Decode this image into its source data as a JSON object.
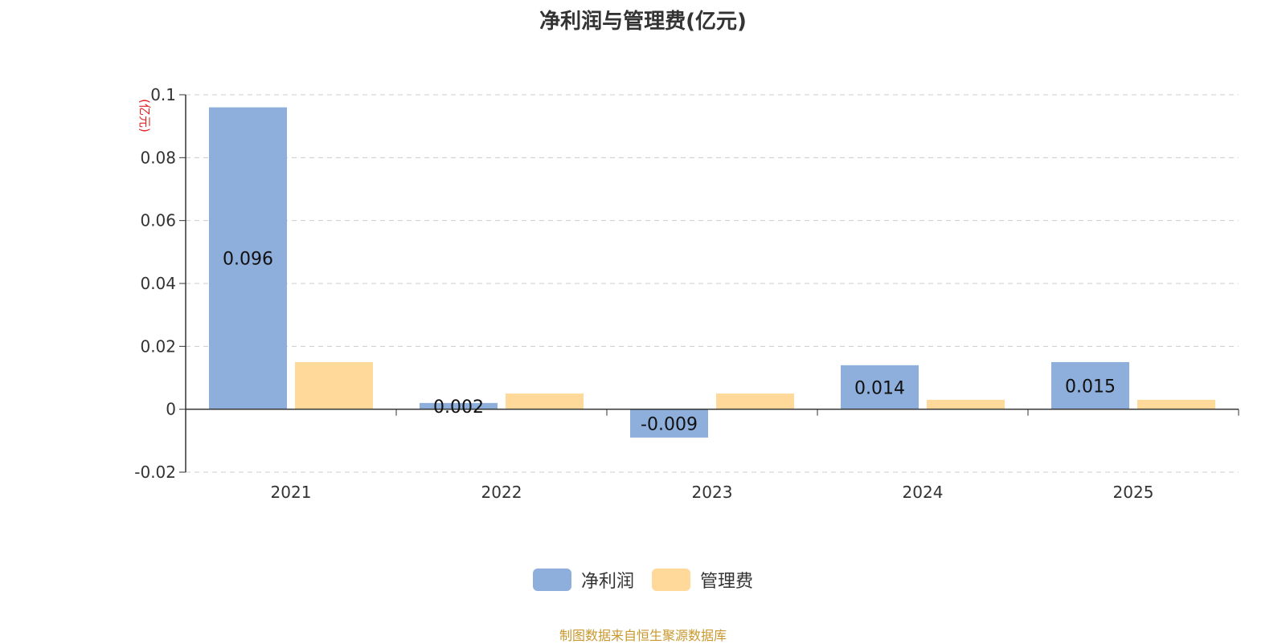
{
  "title": "净利润与管理费(亿元)",
  "source": "制图数据来自恒生聚源数据库",
  "colors": {
    "net_profit": "#8eaedb",
    "admin_fee": "#ffd99a",
    "grid": "#cccccc",
    "axis": "#333333",
    "unit": "#e02020",
    "source": "#c8982e"
  },
  "legend": [
    {
      "name": "净利润",
      "color": "#8eaedb"
    },
    {
      "name": "管理费",
      "color": "#ffd99a"
    }
  ],
  "chart_data": {
    "type": "bar",
    "title": "净利润与管理费(亿元)",
    "ylabel": "(亿元)",
    "xlabel": "",
    "categories": [
      "2021",
      "2022",
      "2023",
      "2024",
      "2025"
    ],
    "series": [
      {
        "name": "净利润",
        "values": [
          0.096,
          0.002,
          -0.009,
          0.014,
          0.015
        ],
        "labels": [
          "0.096",
          "0.002",
          "-0.009",
          "0.014",
          "0.015"
        ]
      },
      {
        "name": "管理费",
        "values": [
          0.015,
          0.005,
          0.005,
          0.003,
          0.003
        ]
      }
    ],
    "ylim": [
      -0.02,
      0.1
    ],
    "yticks": [
      -0.02,
      0,
      0.02,
      0.04,
      0.06,
      0.08,
      0.1
    ],
    "ytick_labels": [
      "-0.02",
      "0",
      "0.02",
      "0.04",
      "0.06",
      "0.08",
      "0.1"
    ],
    "grid": true,
    "legend_position": "bottom-center"
  }
}
